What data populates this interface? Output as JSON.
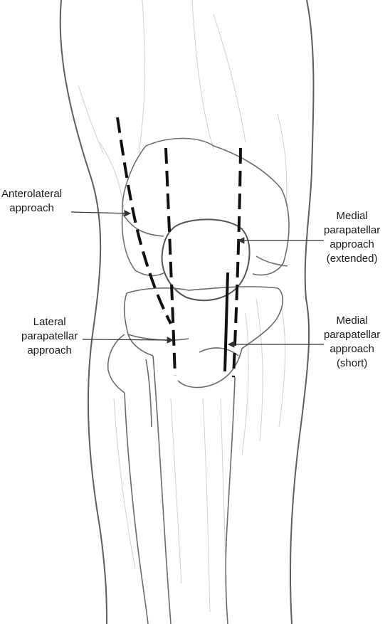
{
  "labels": {
    "anterolateral": [
      "Anterolateral",
      "approach"
    ],
    "lateral": [
      "Lateral",
      "parapatellar",
      "approach"
    ],
    "medial_extended": [
      "Medial",
      "parapatellar",
      "approach",
      "(extended)"
    ],
    "medial_short": [
      "Medial",
      "parapatellar",
      "approach",
      "(short)"
    ]
  },
  "colors": {
    "outline": "#6b6b6b",
    "shading": "#c8c8c8",
    "incision": "#111111",
    "leader": "#333333"
  }
}
